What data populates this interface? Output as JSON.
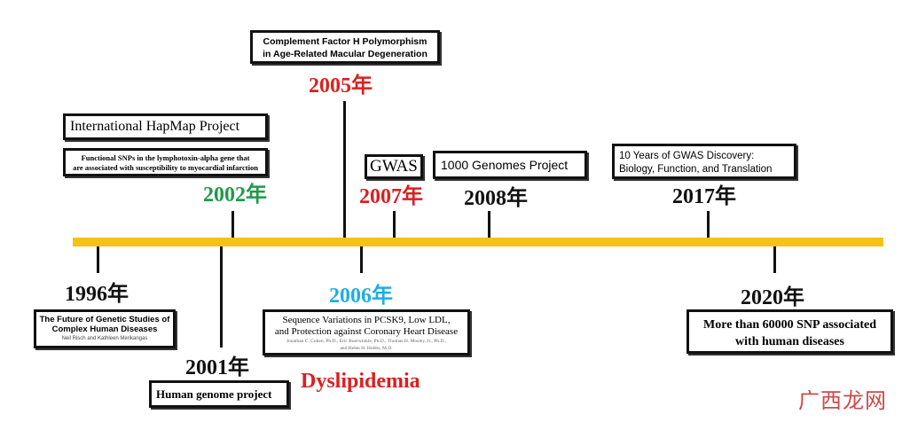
{
  "colors": {
    "timeline": "#f6c215",
    "red": "#d92121",
    "green": "#1f9a4a",
    "blue": "#1eaee0",
    "black": "#111111"
  },
  "years": {
    "y1996": "1996年",
    "y2001": "2001年",
    "y2002": "2002年",
    "y2005": "2005年",
    "y2006": "2006年",
    "y2007": "2007年",
    "y2008": "2008年",
    "y2017": "2017年",
    "y2020": "2020年"
  },
  "boxes": {
    "complement": {
      "line1": "Complement Factor H Polymorphism",
      "line2": "in Age-Related Macular Degeneration"
    },
    "hapmap": "International HapMap Project",
    "snps": {
      "line1": "Functional SNPs in the lymphotoxin-alpha gene that",
      "line2": "are associated with susceptibility to myocardial infarction"
    },
    "gwas": "GWAS",
    "genomes": "1000 Genomes Project",
    "gwas10": {
      "line1": "10 Years of GWAS Discovery:",
      "line2": "Biology, Function, and Translation"
    },
    "future": {
      "line1": "The Future of Genetic Studies of",
      "line2": "Complex Human Diseases",
      "authors": "Neil Risch and Kathleen Merikangas"
    },
    "pcsk9": {
      "line1": "Sequence Variations in PCSK9, Low LDL,",
      "line2": "and Protection against Coronary Heart Disease",
      "authors1": "Jonathan C. Cohen, Ph.D., Eric Boerwinkle, Ph.D., Thomas H. Mosley, Jr., Ph.D.,",
      "authors2": "and Helen H. Hobbs, M.D."
    },
    "snp60000": {
      "line1": "More than 60000 SNP associated",
      "line2": "with human diseases"
    },
    "human_genome": "Human genome project"
  },
  "dyslipidemia": "Dyslipidemia",
  "watermark": "广西龙网"
}
